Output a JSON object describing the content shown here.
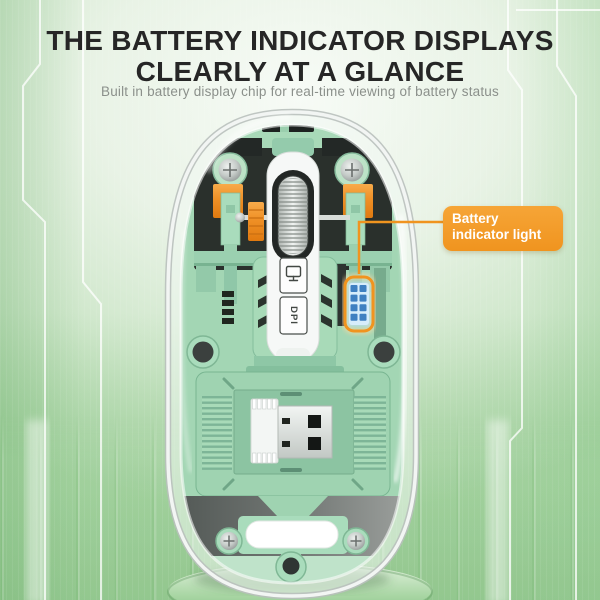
{
  "header": {
    "title_line1": "THE BATTERY INDICATOR DISPLAYS",
    "title_line2": "CLEARLY AT A GLANCE",
    "subtitle": "Built in battery display chip for real-time viewing of battery status",
    "title_color": "#262626",
    "subtitle_color": "#8b908b"
  },
  "callout": {
    "label": "Battery indicator light",
    "background": "#f0941f",
    "text_color": "#ffffff"
  },
  "mouse": {
    "type": "transparent wireless mouse, mint green internals",
    "body_color": "#a3d6b4",
    "dpi_button_label": "DPI",
    "mode_button_icon": "monitor-icon",
    "battery_indicator": {
      "rows": 4,
      "cols": 2,
      "led_color": "#3f80c1",
      "panel_color": "#d7edfb",
      "highlight_color": "#f29a2e",
      "state": "lit"
    }
  }
}
